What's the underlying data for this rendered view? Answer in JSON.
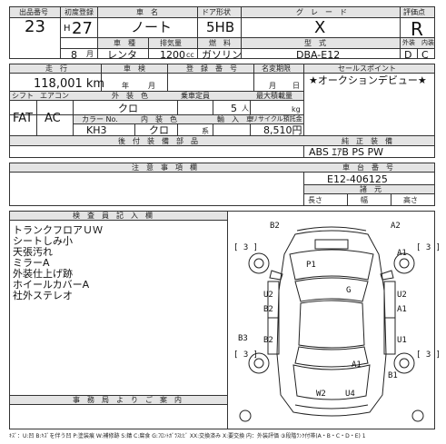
{
  "header": {
    "lot_label": "出品番号",
    "first_reg_label": "初度登録",
    "car_name_label": "車　名",
    "door_label": "ドア形状",
    "grade_label": "グ　レ　ー　ド",
    "rating_label": "評価点",
    "vehicle_model_label": "車　種",
    "displacement_label": "排気量",
    "fuel_label": "燃　料",
    "model_label": "型　式",
    "ext_int_label": "外装　内装"
  },
  "vehicle": {
    "lot_number": "23",
    "era": "H",
    "year": "27",
    "month": "8",
    "month_unit": "月",
    "car_name": "ノート",
    "door_type": "5HB",
    "grade": "X",
    "rating": "R",
    "usage": "レンタ",
    "displacement": "1200",
    "cc_unit": "cc",
    "fuel": "ガソリン",
    "model_code": "DBA-E12",
    "exterior_score": "D",
    "interior_score": "C"
  },
  "row2": {
    "mileage_label": "走　行",
    "inspection_label": "車　検",
    "reg_no_label": "登　録　番　号",
    "deregistration_label": "名変期限",
    "sales_point_label": "セールスポイント",
    "mileage": "118,001 km",
    "year_unit": "年",
    "month_unit": "月",
    "day_unit": "日",
    "sales_point_text": "★オークションデビュー★"
  },
  "row3": {
    "shift_label": "シフト",
    "ac_label": "エアコン",
    "exterior_color_label": "外　装　色",
    "capacity_label": "乗車定員",
    "max_load_label": "最大積載量",
    "shift": "FAT",
    "ac": "AC",
    "exterior_color": "クロ",
    "capacity": "5",
    "capacity_unit": "人",
    "load_unit": "kg",
    "color_no_label": "カラー No.",
    "interior_color_label": "内　装　色",
    "import_label": "輸　入　車",
    "recycle_label": "リサイクル預託金",
    "color_no": "KH3",
    "interior_color": "クロ",
    "interior_unit": "系",
    "recycle_fee": "8,510円",
    "options_label": "後　付　装　備　部　品",
    "genuine_label": "純　正　装　備",
    "genuine_text": "ABS ｴｱB PS PW"
  },
  "notes": {
    "cautions_label": "注　意　事　項　欄",
    "chassis_label": "車　台　番　号",
    "chassis_no": "E12-406125",
    "dimensions_label": "諸　元",
    "length_label": "長さ",
    "width_label": "幅",
    "height_label": "高さ"
  },
  "inspection": {
    "title": "検　査　員　記　入　欄",
    "items": [
      "トランクフロアＵＷ",
      "シートしみ小",
      "天張汚れ",
      "ミラーA",
      "外装仕上げ跡",
      "ホイールカバーA",
      "社外ステレオ"
    ]
  },
  "damage_marks": {
    "b2_top": "B2",
    "a2_top": "A2",
    "bracket_left_top": "[ 3 ]",
    "bracket_right_top": "[ 3 ]",
    "a1_top_right": "A1",
    "p1": "P1",
    "g": "G",
    "u2": "U2",
    "b2_mid": "B2",
    "u2_right": "U2",
    "a1_mid_right": "A1",
    "b3": "B3",
    "b2_low": "B2",
    "u1": "U1",
    "bracket_left_bottom": "[ 3 ]",
    "bracket_right_bottom": "[ 3 ]",
    "a1_bottom": "A1",
    "b1": "B1",
    "w2": "W2",
    "u4": "U4"
  },
  "footer": {
    "dealer_label": "事　務　局　よ　り　ご　案　内",
    "legend": "ｷｽﾞ：U:凹 B:ｷｽﾞを伴う凹 P:塗装痕 W:補修跡 S:錆 C:腐食 G:ﾌﾛﾝﾄｶﾞﾗｽﾋﾋﾞ XX:交換済み X:要交換 内：外装評価 ③段階ﾗﾝｸ付帯(A・B・C・D・E) 1"
  }
}
